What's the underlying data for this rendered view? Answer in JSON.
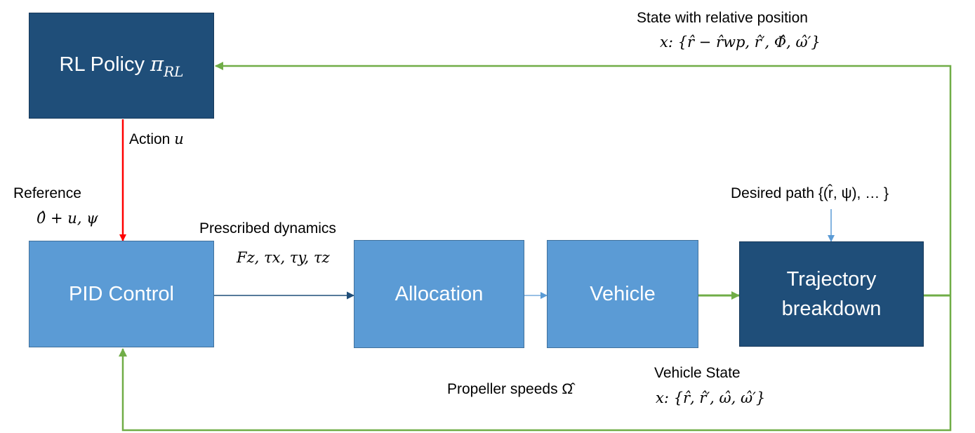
{
  "boxes": {
    "rl_policy": {
      "label": "RL Policy",
      "symbol": "π",
      "subscript": "RL"
    },
    "pid_control": {
      "label": "PID Control"
    },
    "allocation": {
      "label": "Allocation"
    },
    "vehicle": {
      "label": "Vehicle"
    },
    "trajectory": {
      "label_line1": "Trajectory",
      "label_line2": "breakdown"
    }
  },
  "labels": {
    "state_relative": "State with relative position",
    "state_relative_eq": "x: {r̂ − r̂wp, r̂′, Φ̂, ω̂′}",
    "action_prefix": "Action",
    "action_symbol": "u",
    "reference": "Reference",
    "reference_eq": "0̂ + u, ψ",
    "prescribed": "Prescribed dynamics",
    "prescribed_eq": "Fz, τx, τy, τz",
    "desired_path": "Desired path {(r̂, ψ), … }",
    "vehicle_state": "Vehicle State",
    "vehicle_state_eq": "x: {r̂, r̂′, ω̂, ω̂′}",
    "propeller": "Propeller speeds Ω̂"
  },
  "colors": {
    "dark_box": "#1F4E79",
    "light_box": "#5B9BD5",
    "red_arrow": "#FF0000",
    "green_arrow": "#70AD47",
    "blue_arrow": "#5B9BD5",
    "navy_arrow": "#1F4E79"
  }
}
